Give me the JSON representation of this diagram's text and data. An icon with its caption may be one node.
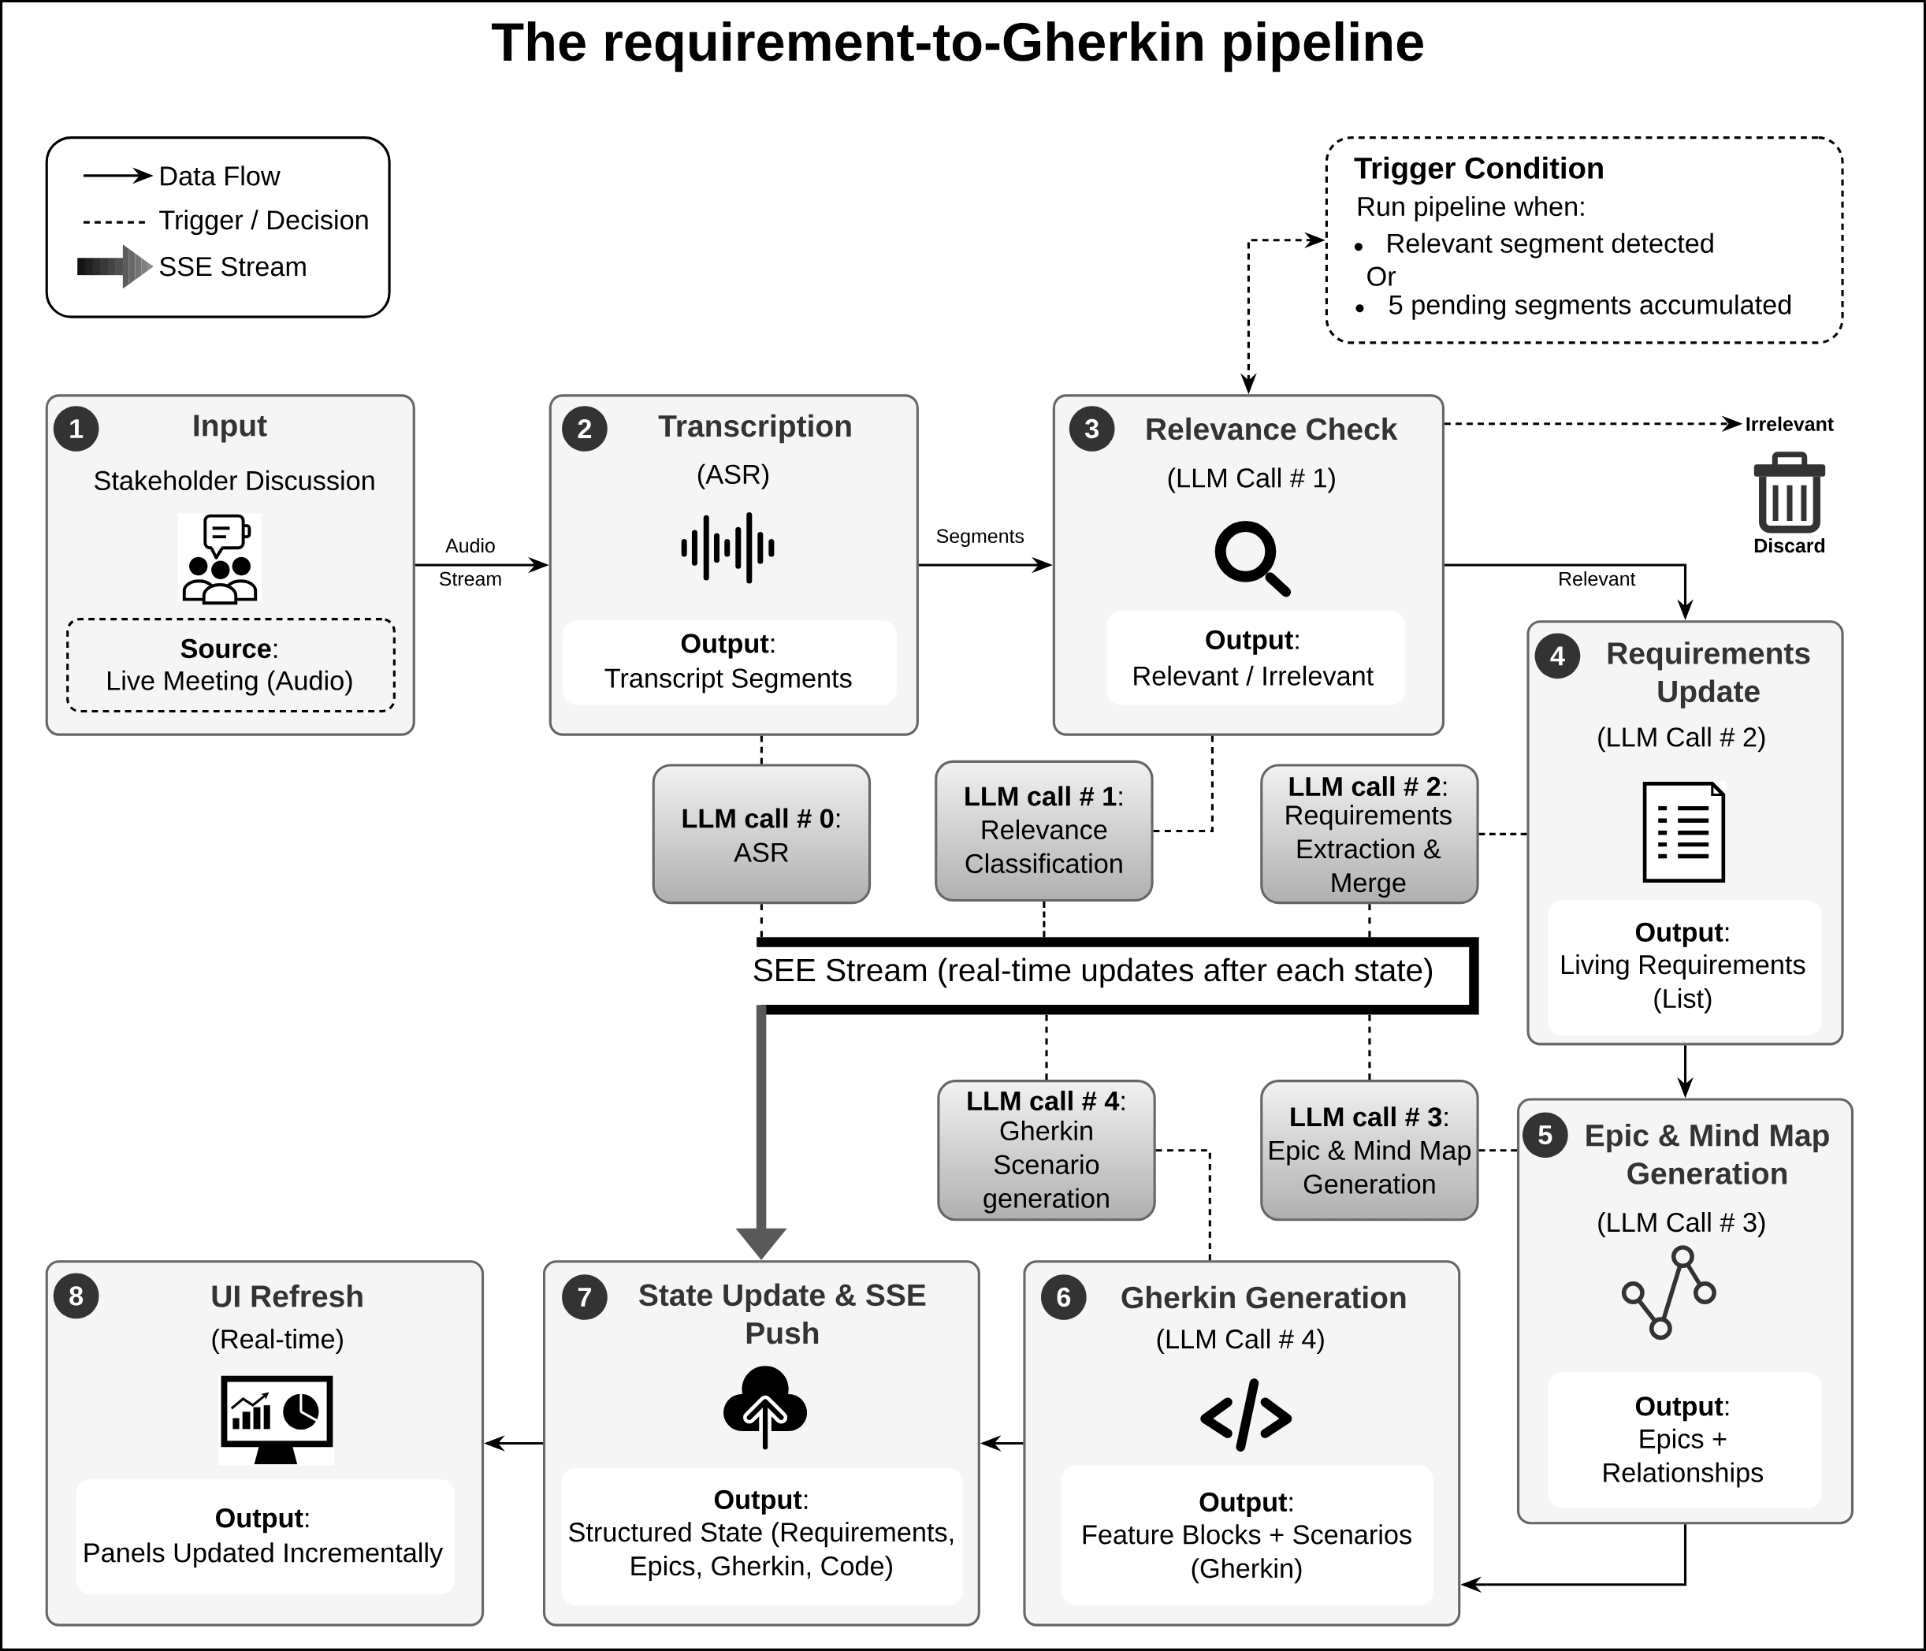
{
  "diagram": {
    "title": "The requirement-to-Gherkin pipeline",
    "nodes": [
      {
        "text": [
          "Trigger Condition",
          "Run pipeline when:",
          "Relevant segment detected",
          "Or",
          "5 pending segments accumulated"
        ]
      },
      {
        "text": [
          "Input",
          "Stakeholder Discussion"
        ]
      },
      {
        "text": [
          "1"
        ],
        "in": 1
      },
      {
        "text": [
          "**Source**:",
          "Live Meeting (Audio)"
        ],
        "in": 1
      },
      {
        "text": [
          "Transcription",
          "(ASR)"
        ]
      },
      {
        "text": [
          "2"
        ],
        "in": 4
      },
      {
        "text": [
          "**Output**:",
          "Transcript Segments"
        ],
        "in": 4
      },
      {
        "text": [
          "Relevance Check",
          "(LLM Call # 1)"
        ]
      },
      {
        "text": [
          "3"
        ],
        "in": 7
      },
      {
        "text": [
          "**Output**:",
          "Relevant / Irrelevant"
        ],
        "in": 7
      },
      {
        "text": [
          "Irrelevant"
        ]
      },
      {
        "text": [
          "Requirements Update",
          "(LLM Call # 2)"
        ]
      },
      {
        "text": [
          "4"
        ],
        "in": 11
      },
      {
        "text": [
          "**Output**:",
          "Living Requirements (List)"
        ],
        "in": 11
      },
      {
        "text": [
          "**LLM call # 0**:",
          "ASR"
        ]
      },
      {
        "text": [
          "**LLM call # 1**:",
          "Relevance Classification"
        ]
      },
      {
        "text": [
          "**LLM call # 2**:",
          "Requirements Extraction & Merge"
        ]
      },
      {
        "text": [
          "SEE Stream (real-time updates after each state)"
        ]
      },
      {
        "text": [
          "**LLM call # 4**:",
          "Gherkin Scenario generation"
        ]
      },
      {
        "text": [
          "**LLM call # 3**:",
          "Epic & Mind Map Generation"
        ]
      },
      {
        "text": [
          "Epic & Mind Map Generation",
          "(LLM Call # 3)"
        ]
      },
      {
        "text": [
          "5"
        ],
        "in": 20
      },
      {
        "text": [
          "**Output**:",
          "Epics + Relationships"
        ],
        "in": 20
      },
      {
        "text": [
          "UI Refresh",
          "(Real-time)"
        ]
      },
      {
        "text": [
          "8"
        ],
        "in": 23
      },
      {
        "text": [
          "**Output**:",
          "Panels Updated Incrementally"
        ],
        "in": 23
      },
      {
        "text": [
          "State Update & SSE Push"
        ]
      },
      {
        "text": [
          "7"
        ],
        "in": 26
      },
      {
        "text": [
          "**Output**:",
          "Structured State (Requirements, Epics, Gherkin, Code)"
        ],
        "in": 26
      },
      {
        "text": [
          "Gherkin Generation",
          "(LLM Call # 4)"
        ]
      },
      {
        "text": [
          "6"
        ],
        "in": 29
      },
      {
        "text": [
          "**Output**:",
          "Feature Blocks + Scenarios (Gherkin)"
        ],
        "in": 29
      }
    ],
    "edges": [
      {
        "from": 1,
        "to": 4,
        "arrow": "to",
        "label": "Audio Stream"
      },
      {
        "from": 4,
        "to": 7,
        "arrow": "to",
        "label": "Segments"
      },
      {
        "from": 7,
        "to": 0,
        "arrow": "both",
        "style": "dashed"
      },
      {
        "from": 7,
        "to": 10,
        "arrow": "to",
        "style": "dashed"
      },
      {
        "from": 7,
        "to": 11,
        "arrow": "to",
        "label": "Relevant"
      },
      {
        "from": 11,
        "to": 20,
        "arrow": "to"
      },
      {
        "from": 20,
        "to": 29,
        "arrow": "to"
      },
      {
        "from": 29,
        "to": 26,
        "arrow": "to"
      },
      {
        "from": 26,
        "to": 23,
        "arrow": "to"
      },
      {
        "from": 4,
        "to": 14,
        "arrow": "none",
        "style": "dashed"
      },
      {
        "from": 14,
        "to": 17,
        "arrow": "none",
        "style": "dashed"
      },
      {
        "from": 7,
        "to": 15,
        "arrow": "none",
        "style": "dashed"
      },
      {
        "from": 15,
        "to": 17,
        "arrow": "none",
        "style": "dashed"
      },
      {
        "from": 11,
        "to": 16,
        "arrow": "none",
        "style": "dashed"
      },
      {
        "from": 16,
        "to": 17,
        "arrow": "none",
        "style": "dashed"
      },
      {
        "from": 17,
        "to": 18,
        "arrow": "none",
        "style": "dashed"
      },
      {
        "from": 17,
        "to": 19,
        "arrow": "none",
        "style": "dashed"
      },
      {
        "from": 18,
        "to": 29,
        "arrow": "none",
        "style": "dashed"
      },
      {
        "from": 19,
        "to": 20,
        "arrow": "none",
        "style": "dashed"
      },
      {
        "from": 17,
        "to": 26,
        "arrow": "to",
        "style": "thick",
        "color": "#595959"
      }
    ],
    "labels": [
      "Discard"
    ],
    "legend": [
      {
        "text": "Data Flow"
      },
      {
        "text": "Trigger / Decision"
      },
      {
        "text": "SSE Stream"
      }
    ]
  }
}
